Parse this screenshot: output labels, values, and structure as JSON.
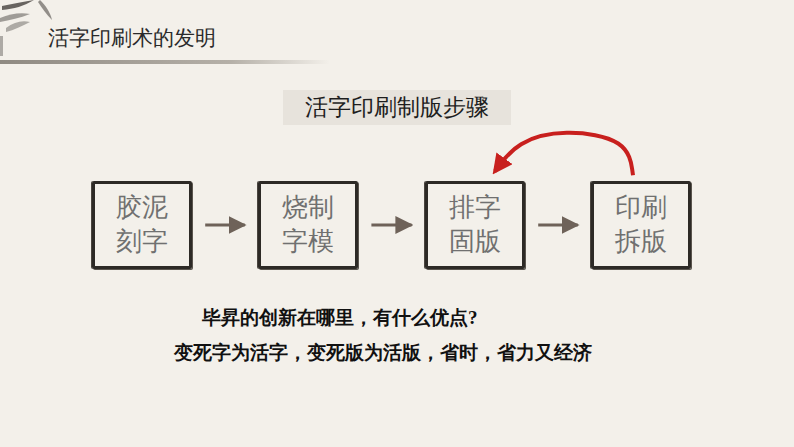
{
  "diagram": {
    "title": "活字印刷术的发明",
    "nodes": [
      {
        "text": [
          "胶泥 刻字"
        ]
      },
      {
        "text": [
          "烧制 字模"
        ]
      },
      {
        "text": [
          "排字 固版"
        ]
      },
      {
        "text": [
          "印刷 拆版"
        ]
      }
    ],
    "edges": [
      {
        "from": 0,
        "to": 1,
        "arrow": "to"
      },
      {
        "from": 1,
        "to": 2,
        "arrow": "to"
      },
      {
        "from": 2,
        "to": 3,
        "arrow": "to"
      },
      {
        "from": 3,
        "to": 2,
        "arrow": "to"
      }
    ],
    "labels": [
      "活字印刷制版步骤",
      "毕昇的创新在哪里，有什么优点?",
      "变死字为活字，变死版为活版，省时，省力又经济"
    ]
  }
}
